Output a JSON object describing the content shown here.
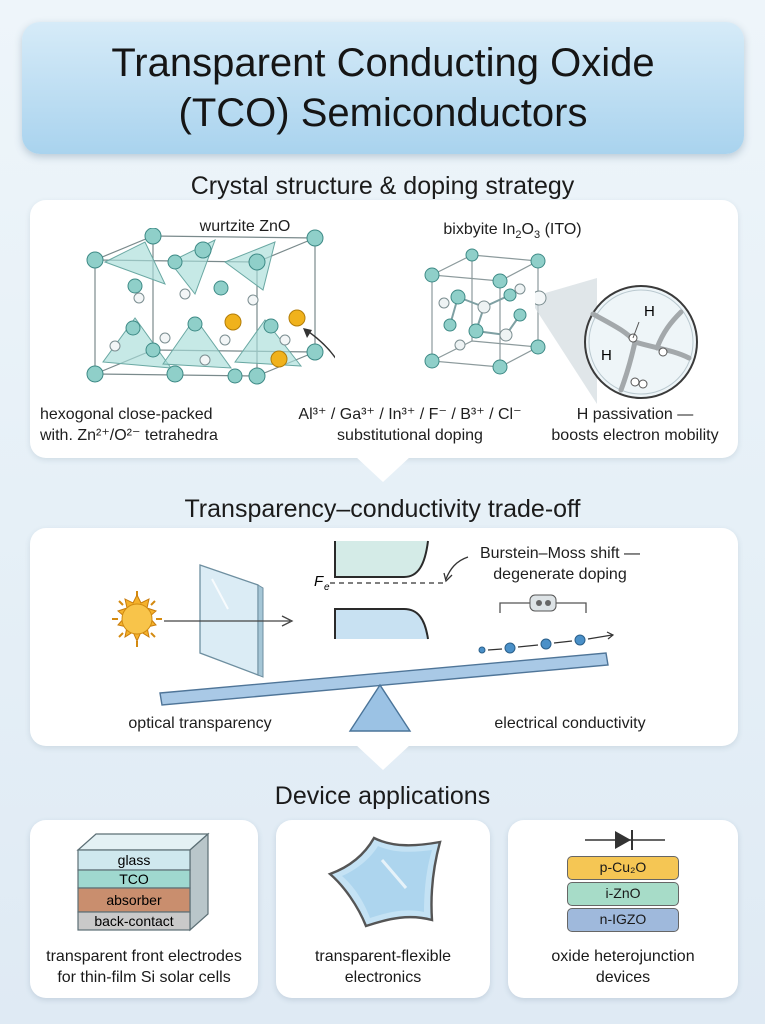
{
  "title": {
    "line1": "Transparent Conducting Oxide",
    "line2": "(TCO) Semiconductors"
  },
  "section1": {
    "heading": "Crystal structure & doping strategy",
    "wurtzite_label": "wurtzite ZnO",
    "bixbyite_label_pre": "bixbyite In",
    "bixbyite_sub1": "2",
    "bixbyite_mid": "O",
    "bixbyite_sub2": "3",
    "bixbyite_post": " (ITO)",
    "hcp_line1": "hexogonal close-packed",
    "hcp_line2": "with. Zn²⁺/O²⁻ tetrahedra",
    "dopants": "Al³⁺ / Ga³⁺ / In³⁺ / F⁻ / B³⁺ / Cl⁻",
    "doping_caption": "substitutional doping",
    "h_line1": "H passivation —",
    "h_line2": "boosts electron mobility",
    "h_atom": "H"
  },
  "section2": {
    "heading": "Transparency–conductivity trade-off",
    "bm_line1": "Burstein–Moss shift —",
    "bm_line2": "degenerate doping",
    "fermi_symbol": "F",
    "fermi_sub": "e",
    "left_label": "optical transparency",
    "right_label": "electrical conductivity"
  },
  "section3": {
    "heading": "Device applications",
    "solar": {
      "layers": [
        "glass",
        "TCO",
        "absorber",
        "back-contact"
      ],
      "caption_line1": "transparent front electrodes",
      "caption_line2": "for thin-film Si solar cells"
    },
    "flexible": {
      "caption_line1": "transparent-flexible",
      "caption_line2": "electronics"
    },
    "hetero": {
      "layers": [
        "p-Cu₂O",
        "i-ZnO",
        "n-IGZO"
      ],
      "caption_line1": "oxide heterojunction",
      "caption_line2": "devices"
    }
  },
  "colors": {
    "atom_teal": "#8fcfc9",
    "dopant_gold": "#f0b21c",
    "layer_glass": "#cfe8ee",
    "layer_tco": "#9fd8cf",
    "layer_absorber": "#c98e6e",
    "layer_back": "#c9c9c9",
    "layer_pcu2o": "#f5c654",
    "layer_izno": "#a7dcc8",
    "layer_nigzo": "#9fb9dc"
  }
}
